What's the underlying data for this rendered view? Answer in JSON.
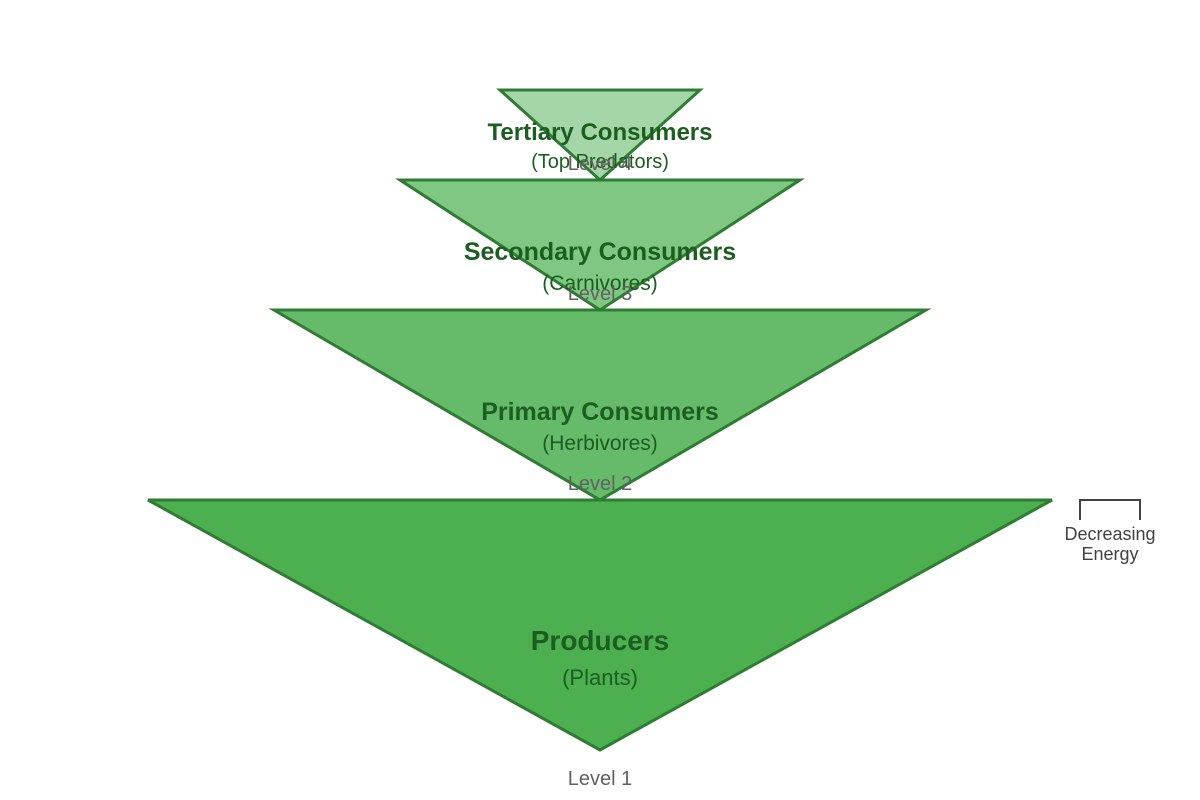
{
  "levels": [
    {
      "id": "producers",
      "title": "Producers",
      "subtitle": "(Plants)",
      "level_label": "Level 1",
      "color": "#4caf50"
    },
    {
      "id": "primary-consumers",
      "title": "Primary Consumers",
      "subtitle": "(Herbivores)",
      "level_label": "Level 2",
      "color": "#66bb6a"
    },
    {
      "id": "secondary-consumers",
      "title": "Secondary Consumers",
      "subtitle": "(Carnivores)",
      "level_label": "Level 3",
      "color": "#81c784"
    },
    {
      "id": "tertiary-consumers",
      "title": "Tertiary Consumers",
      "subtitle": "(Top Predators)",
      "level_label": "Level 4",
      "color": "#a5d6a7"
    }
  ],
  "energy_note": {
    "line1": "Decreasing",
    "line2": "Energy"
  },
  "colors": {
    "outline": "#2e7d32",
    "label_text": "#1b5e20",
    "level_text": "#616161"
  }
}
